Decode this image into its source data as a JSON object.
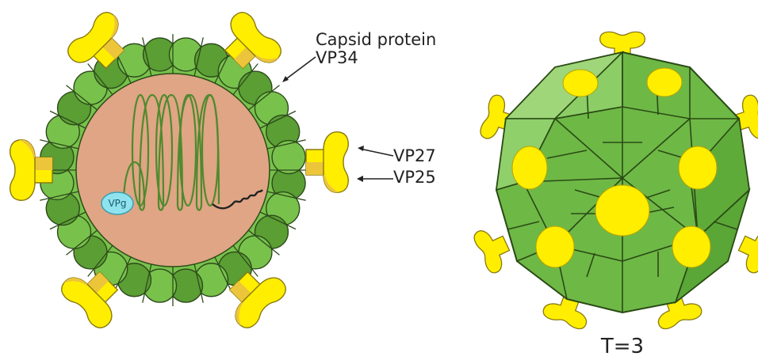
{
  "labels": {
    "capsid_protein_line1": "Capsid protein",
    "capsid_protein_line2": "VP34",
    "vp27": "VP27",
    "vp25": "VP25",
    "vpg": "VPg",
    "caption": "T=3"
  },
  "colors": {
    "capsid_green": "#78c24c",
    "capsid_green_dark": "#5a9e34",
    "core_fill": "#dfa584",
    "spike_yellow": "#ffee00",
    "spike_gold": "#ecc53a",
    "vpg_cyan": "#8fe3ef",
    "icosa_green": "#6eb846",
    "icosa_light": "#9fd67a"
  }
}
